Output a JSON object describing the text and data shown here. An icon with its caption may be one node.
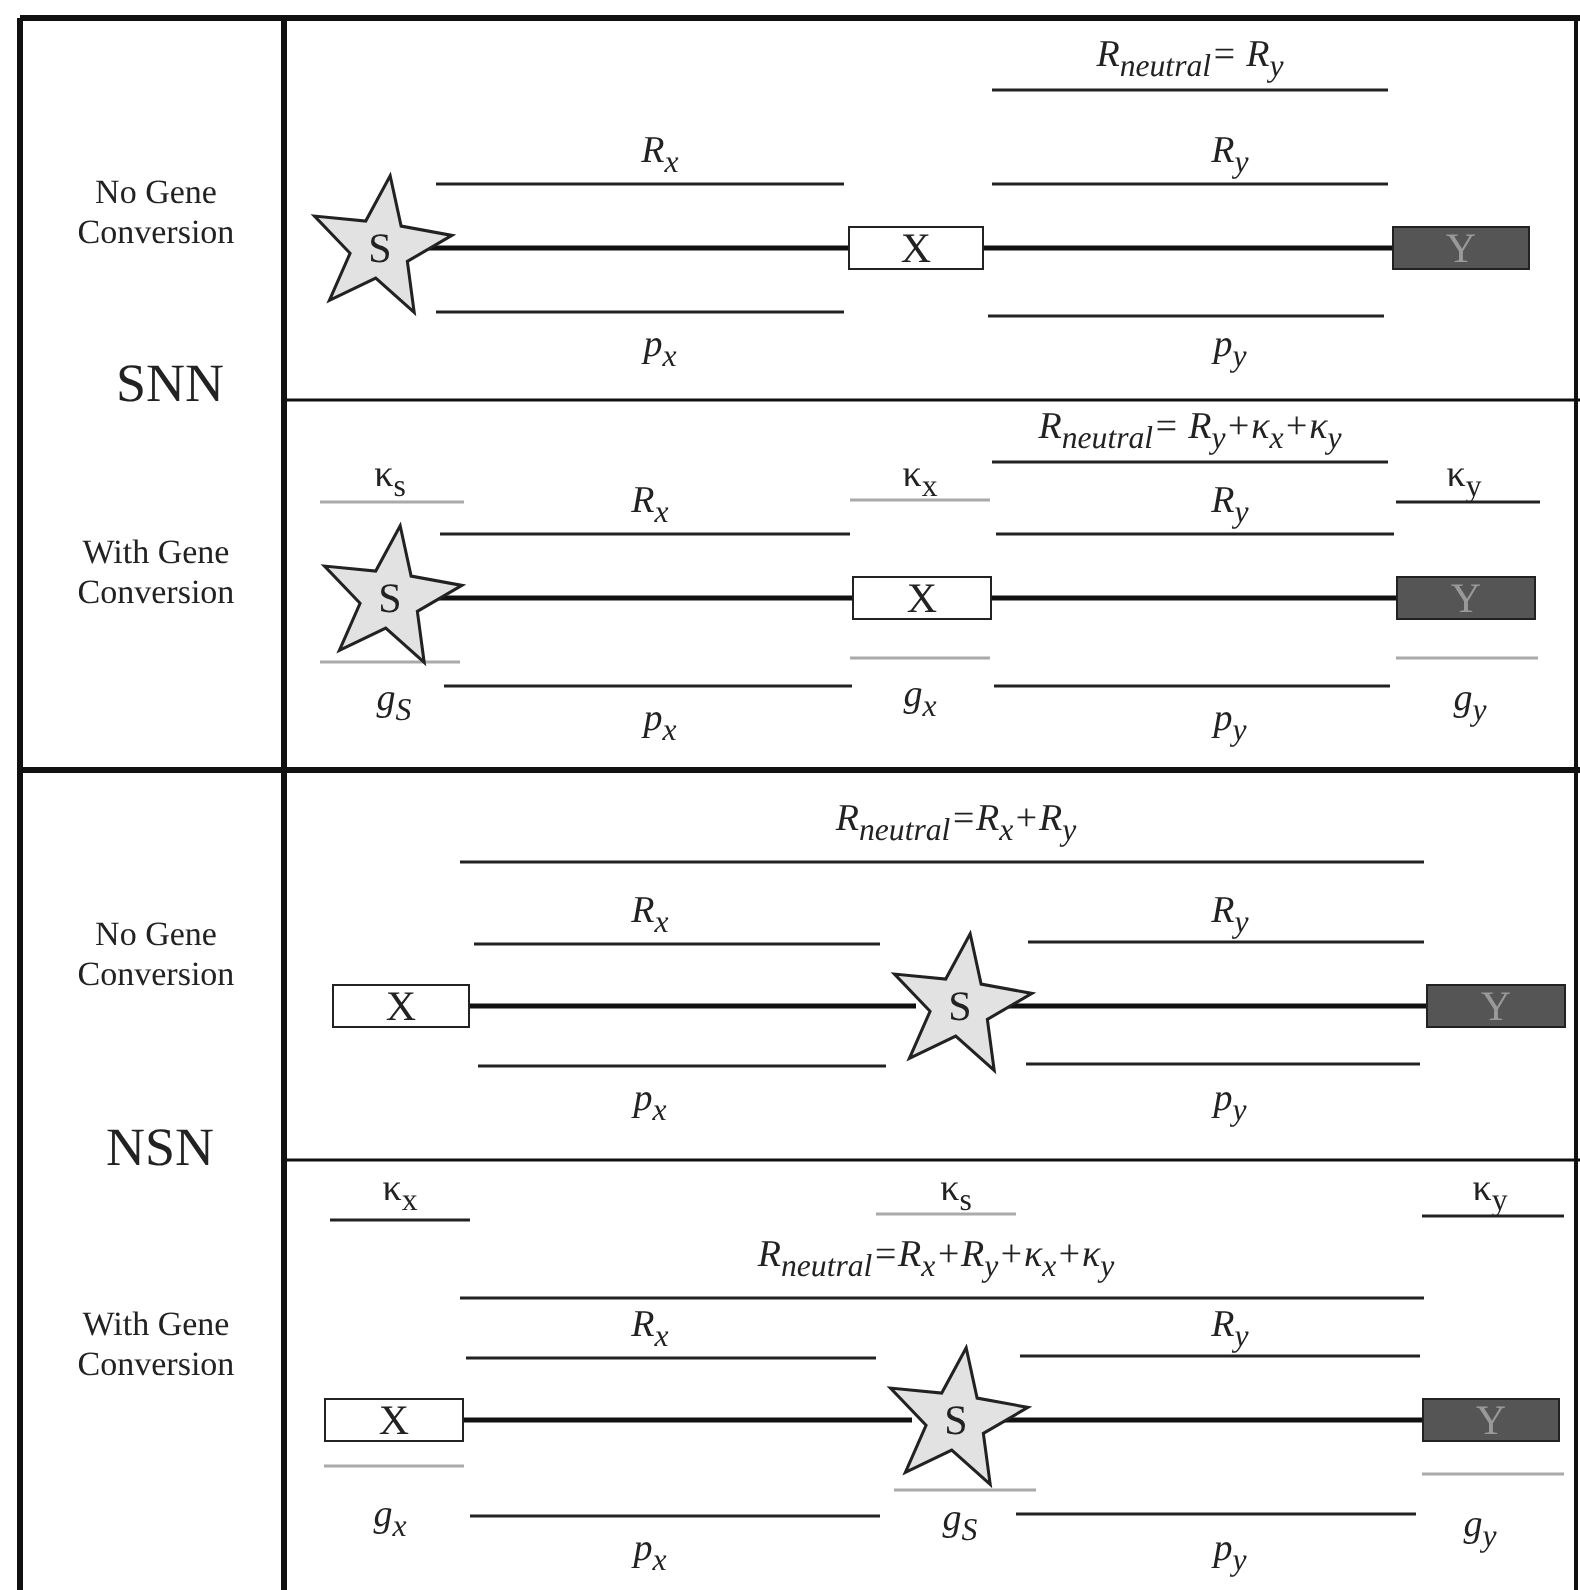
{
  "diagram": {
    "nodes": [
      {
        "text": [
          "S"
        ]
      },
      {
        "text": [
          "X"
        ]
      },
      {
        "text": [
          "Y"
        ]
      },
      {
        "text": [
          "S"
        ]
      },
      {
        "text": [
          "X"
        ]
      },
      {
        "text": [
          "Y"
        ]
      },
      {
        "text": [
          "X"
        ]
      },
      {
        "text": [
          "S"
        ]
      },
      {
        "text": [
          "Y"
        ]
      },
      {
        "text": [
          "X"
        ]
      },
      {
        "text": [
          "S"
        ]
      },
      {
        "text": [
          "Y"
        ]
      }
    ],
    "edges": [
      {
        "from": 0,
        "to": 1,
        "arrow": "none"
      },
      {
        "from": 1,
        "to": 2,
        "arrow": "none"
      },
      {
        "from": 3,
        "to": 4,
        "arrow": "none"
      },
      {
        "from": 4,
        "to": 5,
        "arrow": "none"
      },
      {
        "from": 6,
        "to": 7,
        "arrow": "none"
      },
      {
        "from": 7,
        "to": 8,
        "arrow": "none"
      },
      {
        "from": 9,
        "to": 10,
        "arrow": "none"
      },
      {
        "from": 10,
        "to": 11,
        "arrow": "none"
      }
    ],
    "labels": [
      "No Gene Conversion",
      "R$_{neutral}$= R$_{y}$",
      "R$_{x}$",
      "R$_{y}$",
      "p$_{x}$",
      "p$_{y}$",
      "SNN",
      "R$_{neutral}$= R$_{y}$+κ$_{x}$+κ$_{y}$",
      "κ$_{s}$",
      "R$_{x}$",
      "κ$_{x}$",
      "R$_{y}$",
      "κ$_{y}$",
      "With Gene Conversion",
      "g$_{S}$",
      "g$_{x}$",
      "g$_{y}$",
      "p$_{x}$",
      "p$_{y}$",
      "No Gene Conversion",
      "R$_{neutral}$=R$_{x}$+R$_{y}$",
      "R$_{x}$",
      "R$_{y}$",
      "p$_{x}$",
      "p$_{y}$",
      "NSN",
      "κ$_{x}$",
      "κ$_{s}$",
      "κ$_{y}$",
      "R$_{neutral}$=R$_{x}$+R$_{y}$+κ$_{x}$+κ$_{y}$",
      "With Gene Conversion",
      "R$_{x}$",
      "R$_{y}$",
      "g$_{x}$",
      "g$_{S}$",
      "g$_{y}$",
      "p$_{x}$",
      "p$_{y}$"
    ]
  }
}
